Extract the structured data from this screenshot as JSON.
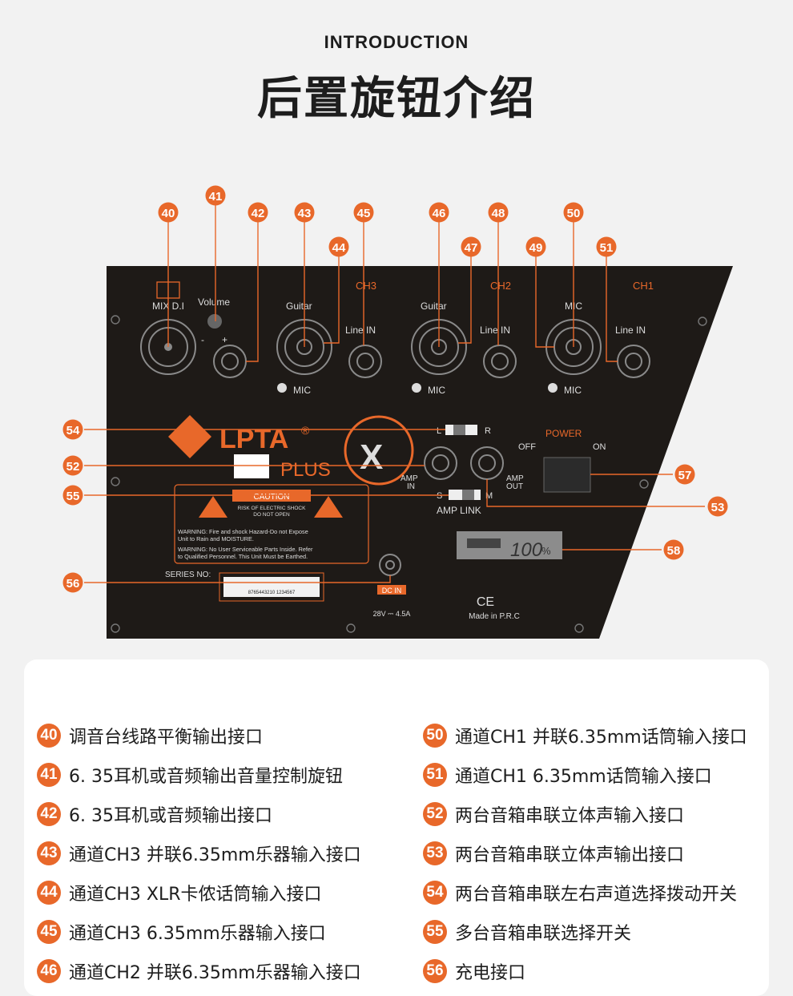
{
  "header": {
    "subtitle": "INTRODUCTION",
    "title": "后置旋钮介绍"
  },
  "colors": {
    "accent": "#e8682a",
    "panel": "#1e1a17",
    "background": "#f2f2f2"
  },
  "panel": {
    "mix_di": "MIX D.I",
    "volume": "Volume",
    "minus": "-",
    "plus": "+",
    "ch3": "CH3",
    "ch2": "CH2",
    "ch1": "CH1",
    "guitar": "Guitar",
    "mic": "MIC",
    "line_in": "Line IN",
    "brand": "LPTA",
    "registered": "®",
    "plus_text": "PLUS",
    "l": "L",
    "r": "R",
    "s": "S",
    "m": "M",
    "amp_in": [
      "AMP",
      "IN"
    ],
    "amp_out": [
      "AMP",
      "OUT"
    ],
    "amp_link": "AMP LINK",
    "power": "POWER",
    "off": "OFF",
    "on": "ON",
    "caution": "CAUTION",
    "shock": [
      "RISK OF ELECTRIC SHOCK",
      "DO NOT OPEN"
    ],
    "warning1": [
      "WARNING: Fire and shock Hazard-Do not Expose",
      "Unit to Rain and MOISTURE."
    ],
    "warning2": [
      "WARNING: No User Serviceable Parts Inside. Refer",
      "to Qualified Personnel. This Unit Must be Earthed."
    ],
    "series_no": "SERIES NO:",
    "barcode": "8765443210 1234567",
    "dc_in": "DC IN",
    "dc_spec": "28V ⎓ 4.5A",
    "ce": "CE",
    "made_in": "Made in P.R.C",
    "battery": "100",
    "percent": "%"
  },
  "callouts": [
    "40",
    "41",
    "42",
    "43",
    "44",
    "45",
    "46",
    "47",
    "48",
    "49",
    "50",
    "51",
    "52",
    "53",
    "54",
    "55",
    "56",
    "57",
    "58"
  ],
  "legend": {
    "left": [
      {
        "num": "40",
        "text": "调音台线路平衡输出接口"
      },
      {
        "num": "41",
        "text": "6. 35耳机或音频输出音量控制旋钮"
      },
      {
        "num": "42",
        "text": "6. 35耳机或音频输出接口"
      },
      {
        "num": "43",
        "text": "通道CH3  并联6.35mm乐器输入接口"
      },
      {
        "num": "44",
        "text": "通道CH3  XLR卡侬话筒输入接口"
      },
      {
        "num": "45",
        "text": "通道CH3  6.35mm乐器输入接口"
      },
      {
        "num": "46",
        "text": "通道CH2  并联6.35mm乐器输入接口"
      }
    ],
    "right": [
      {
        "num": "50",
        "text": "通道CH1  并联6.35mm话筒输入接口"
      },
      {
        "num": "51",
        "text": "通道CH1  6.35mm话筒输入接口"
      },
      {
        "num": "52",
        "text": "两台音箱串联立体声输入接口"
      },
      {
        "num": "53",
        "text": "两台音箱串联立体声输出接口"
      },
      {
        "num": "54",
        "text": "两台音箱串联左右声道选择拨动开关"
      },
      {
        "num": "55",
        "text": "多台音箱串联选择开关"
      },
      {
        "num": "56",
        "text": "充电接口"
      }
    ]
  }
}
